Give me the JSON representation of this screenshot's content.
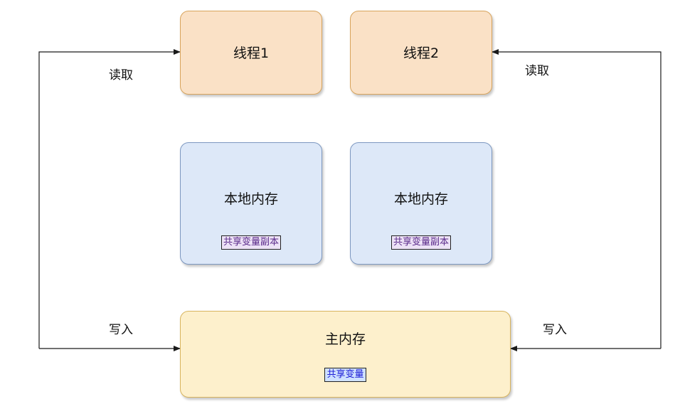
{
  "threads": [
    {
      "label": "线程1"
    },
    {
      "label": "线程2"
    }
  ],
  "local_memories": [
    {
      "label": "本地内存",
      "tag": "共享变量副本"
    },
    {
      "label": "本地内存",
      "tag": "共享变量副本"
    }
  ],
  "main_memory": {
    "label": "主内存",
    "tag": "共享变量"
  },
  "edge_labels": {
    "read_left": "读取",
    "read_right": "读取",
    "write_left": "写入",
    "write_right": "写入"
  },
  "colors": {
    "thread_fill": "#fae1c6",
    "thread_border": "#d8a45c",
    "local_fill": "#dde8f8",
    "local_border": "#7c97c0",
    "main_fill": "#fdf0cc",
    "main_border": "#d8b45e",
    "tag_purple_text": "#5a2a8a",
    "tag_blue_text": "#1b1bd6",
    "arrow": "#1a1a1a"
  }
}
